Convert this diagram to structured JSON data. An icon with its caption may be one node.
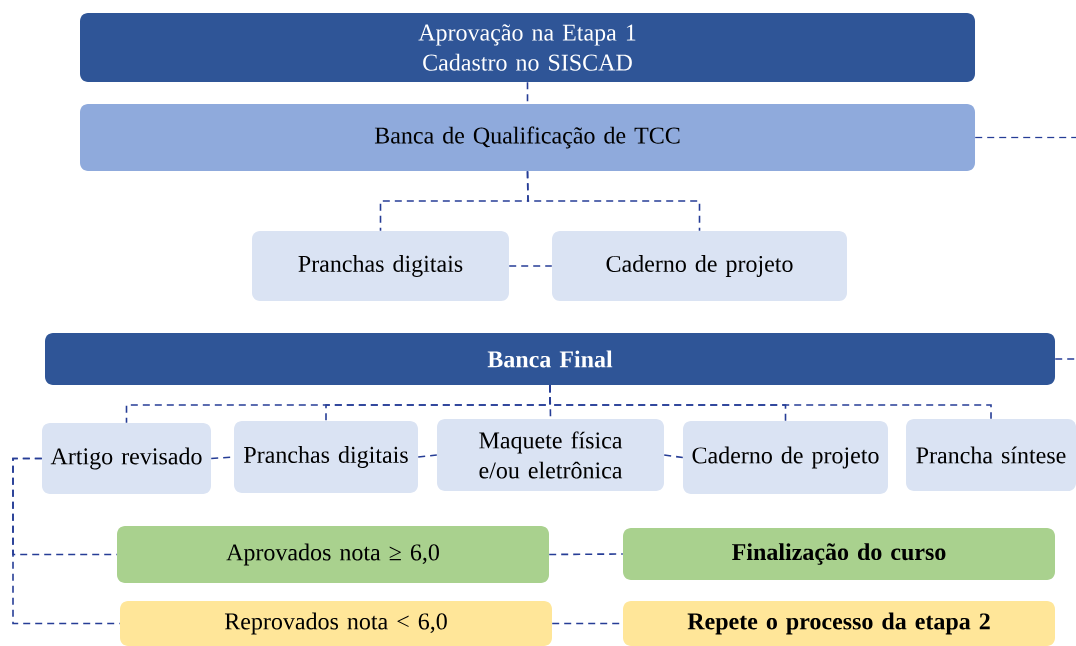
{
  "diagram": {
    "nodes": [
      {
        "text": [
          "Aprovação na Etapa 1",
          "Cadastro no SISCAD"
        ]
      },
      {
        "text": [
          "Banca de Qualificação de TCC"
        ]
      },
      {
        "text": [
          "Pranchas digitais"
        ]
      },
      {
        "text": [
          "Caderno de projeto"
        ]
      },
      {
        "text": [
          "Banca Final"
        ]
      },
      {
        "text": [
          "Artigo revisado"
        ]
      },
      {
        "text": [
          "Pranchas digitais"
        ]
      },
      {
        "text": [
          "Maquete física e/ou eletrônica"
        ]
      },
      {
        "text": [
          "Caderno de projeto"
        ]
      },
      {
        "text": [
          "Prancha síntese"
        ]
      },
      {
        "text": [
          "Aprovados nota ≥ 6,0"
        ]
      },
      {
        "text": [
          "Finalização do curso"
        ]
      },
      {
        "text": [
          "Reprovados nota < 6,0"
        ]
      },
      {
        "text": [
          "Repete o processo da etapa 2"
        ]
      }
    ],
    "edges": [
      {
        "from": 0,
        "to": 1,
        "arrow": "none",
        "style": "dashed"
      },
      {
        "from": 1,
        "to": 2,
        "arrow": "none",
        "style": "dashed"
      },
      {
        "from": 1,
        "to": 3,
        "arrow": "none",
        "style": "dashed"
      },
      {
        "from": 2,
        "to": 3,
        "arrow": "none",
        "style": "dashed"
      },
      {
        "from": 1,
        "to": null,
        "arrow": "none",
        "style": "dashed"
      },
      {
        "from": 4,
        "to": null,
        "arrow": "none",
        "style": "dashed"
      },
      {
        "from": 4,
        "to": 5,
        "arrow": "none",
        "style": "dashed"
      },
      {
        "from": 4,
        "to": 6,
        "arrow": "none",
        "style": "dashed"
      },
      {
        "from": 4,
        "to": 7,
        "arrow": "none",
        "style": "dashed"
      },
      {
        "from": 4,
        "to": 8,
        "arrow": "none",
        "style": "dashed"
      },
      {
        "from": 4,
        "to": 9,
        "arrow": "none",
        "style": "dashed"
      },
      {
        "from": 5,
        "to": 6,
        "arrow": "none",
        "style": "dashed"
      },
      {
        "from": 6,
        "to": 7,
        "arrow": "none",
        "style": "dashed"
      },
      {
        "from": 7,
        "to": 8,
        "arrow": "none",
        "style": "dashed"
      },
      {
        "from": 5,
        "to": 10,
        "arrow": "none",
        "style": "dashed"
      },
      {
        "from": 5,
        "to": 12,
        "arrow": "none",
        "style": "dashed"
      },
      {
        "from": 10,
        "to": 11,
        "arrow": "none",
        "style": "dashed"
      },
      {
        "from": 12,
        "to": 13,
        "arrow": "none",
        "style": "dashed"
      }
    ]
  }
}
